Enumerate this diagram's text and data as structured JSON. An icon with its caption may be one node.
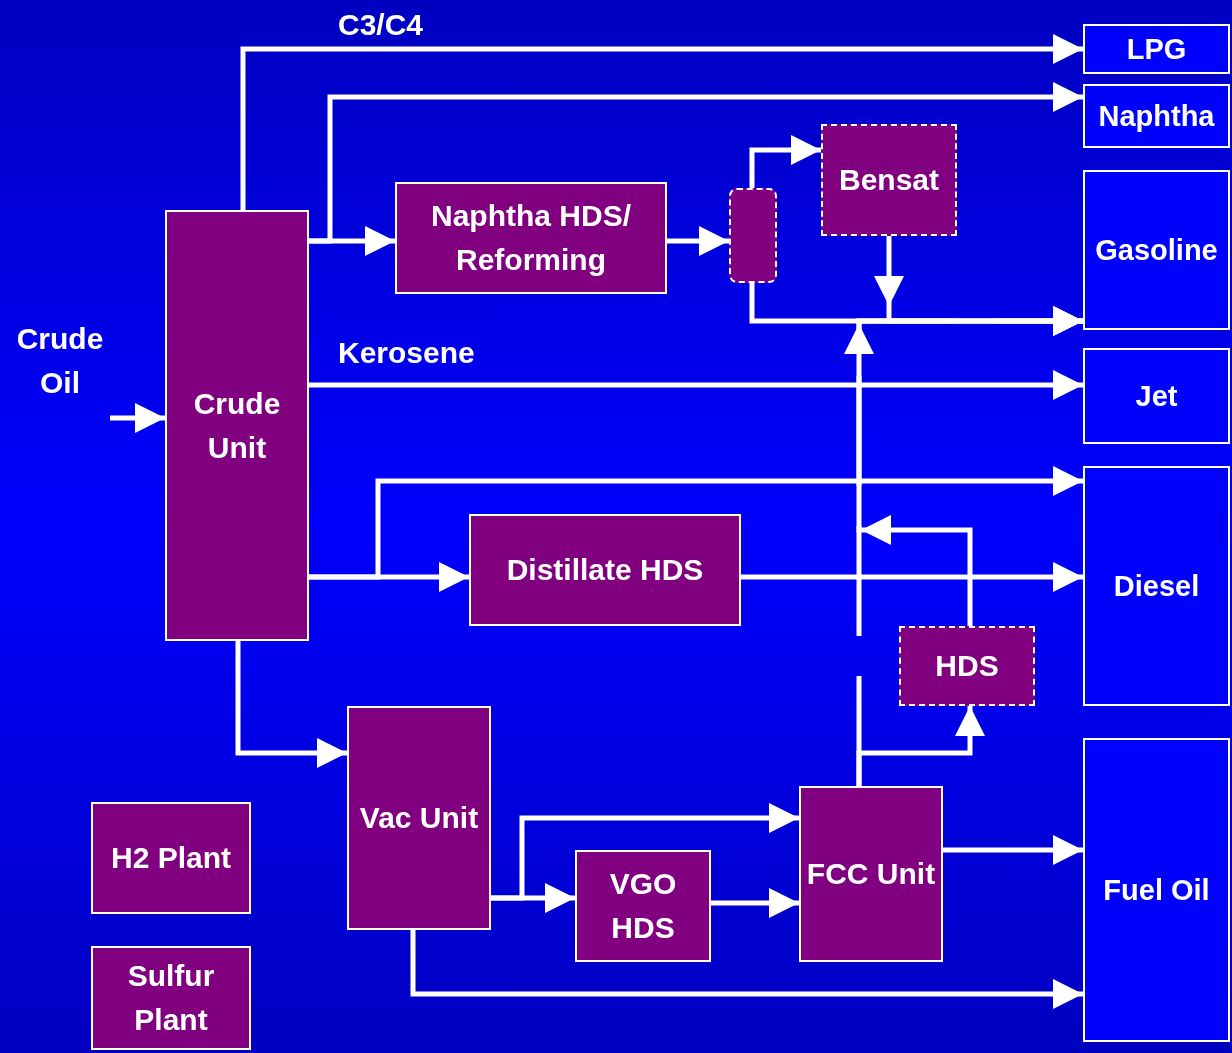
{
  "diagram": {
    "nodes": [
      {
        "text": [
          "Crude Oil"
        ]
      },
      {
        "text": [
          "Crude Unit"
        ]
      },
      {
        "text": [
          "Naphtha HDS/ Reforming"
        ]
      },
      {
        "text": [],
        "shape": "box"
      },
      {
        "text": [
          "Bensat"
        ]
      },
      {
        "text": [
          "Distillate HDS"
        ]
      },
      {
        "text": [
          "HDS"
        ]
      },
      {
        "text": [
          "Vac Unit"
        ]
      },
      {
        "text": [
          "VGO HDS"
        ]
      },
      {
        "text": [
          "FCC Unit"
        ]
      },
      {
        "text": [
          "H2 Plant"
        ]
      },
      {
        "text": [
          "Sulfur Plant"
        ]
      },
      {
        "text": [
          "LPG"
        ]
      },
      {
        "text": [
          "Naphtha"
        ]
      },
      {
        "text": [
          "Gasoline"
        ]
      },
      {
        "text": [
          "Jet"
        ]
      },
      {
        "text": [
          "Diesel"
        ]
      },
      {
        "text": [
          "Fuel Oil"
        ]
      }
    ],
    "edges": [
      {
        "from": 0,
        "to": 1,
        "arrow": "to"
      },
      {
        "from": 1,
        "to": 12,
        "arrow": "to",
        "label": "C3/C4"
      },
      {
        "from": 1,
        "to": 13,
        "arrow": "to"
      },
      {
        "from": 1,
        "to": 2,
        "arrow": "to"
      },
      {
        "from": 1,
        "to": 15,
        "arrow": "to",
        "label": "Kerosene"
      },
      {
        "from": 1,
        "to": 16,
        "arrow": "to"
      },
      {
        "from": 1,
        "to": 5,
        "arrow": "to"
      },
      {
        "from": 1,
        "to": 7,
        "arrow": "to"
      },
      {
        "from": 2,
        "to": 3,
        "arrow": "to"
      },
      {
        "from": 3,
        "to": 4,
        "arrow": "to"
      },
      {
        "from": 3,
        "to": 14,
        "arrow": "to"
      },
      {
        "from": 4,
        "to": 14,
        "arrow": "to"
      },
      {
        "from": 9,
        "to": 14,
        "arrow": "to",
        "style": "dashed"
      },
      {
        "from": 9,
        "to": 6,
        "arrow": "to"
      },
      {
        "from": 6,
        "to": 14,
        "arrow": "to"
      },
      {
        "from": 5,
        "to": 16,
        "arrow": "to"
      },
      {
        "from": 7,
        "to": 9,
        "arrow": "to"
      },
      {
        "from": 7,
        "to": 8,
        "arrow": "to"
      },
      {
        "from": 8,
        "to": 9,
        "arrow": "to"
      },
      {
        "from": 9,
        "to": 17,
        "arrow": "to"
      },
      {
        "from": 7,
        "to": 17,
        "arrow": "to"
      }
    ]
  }
}
